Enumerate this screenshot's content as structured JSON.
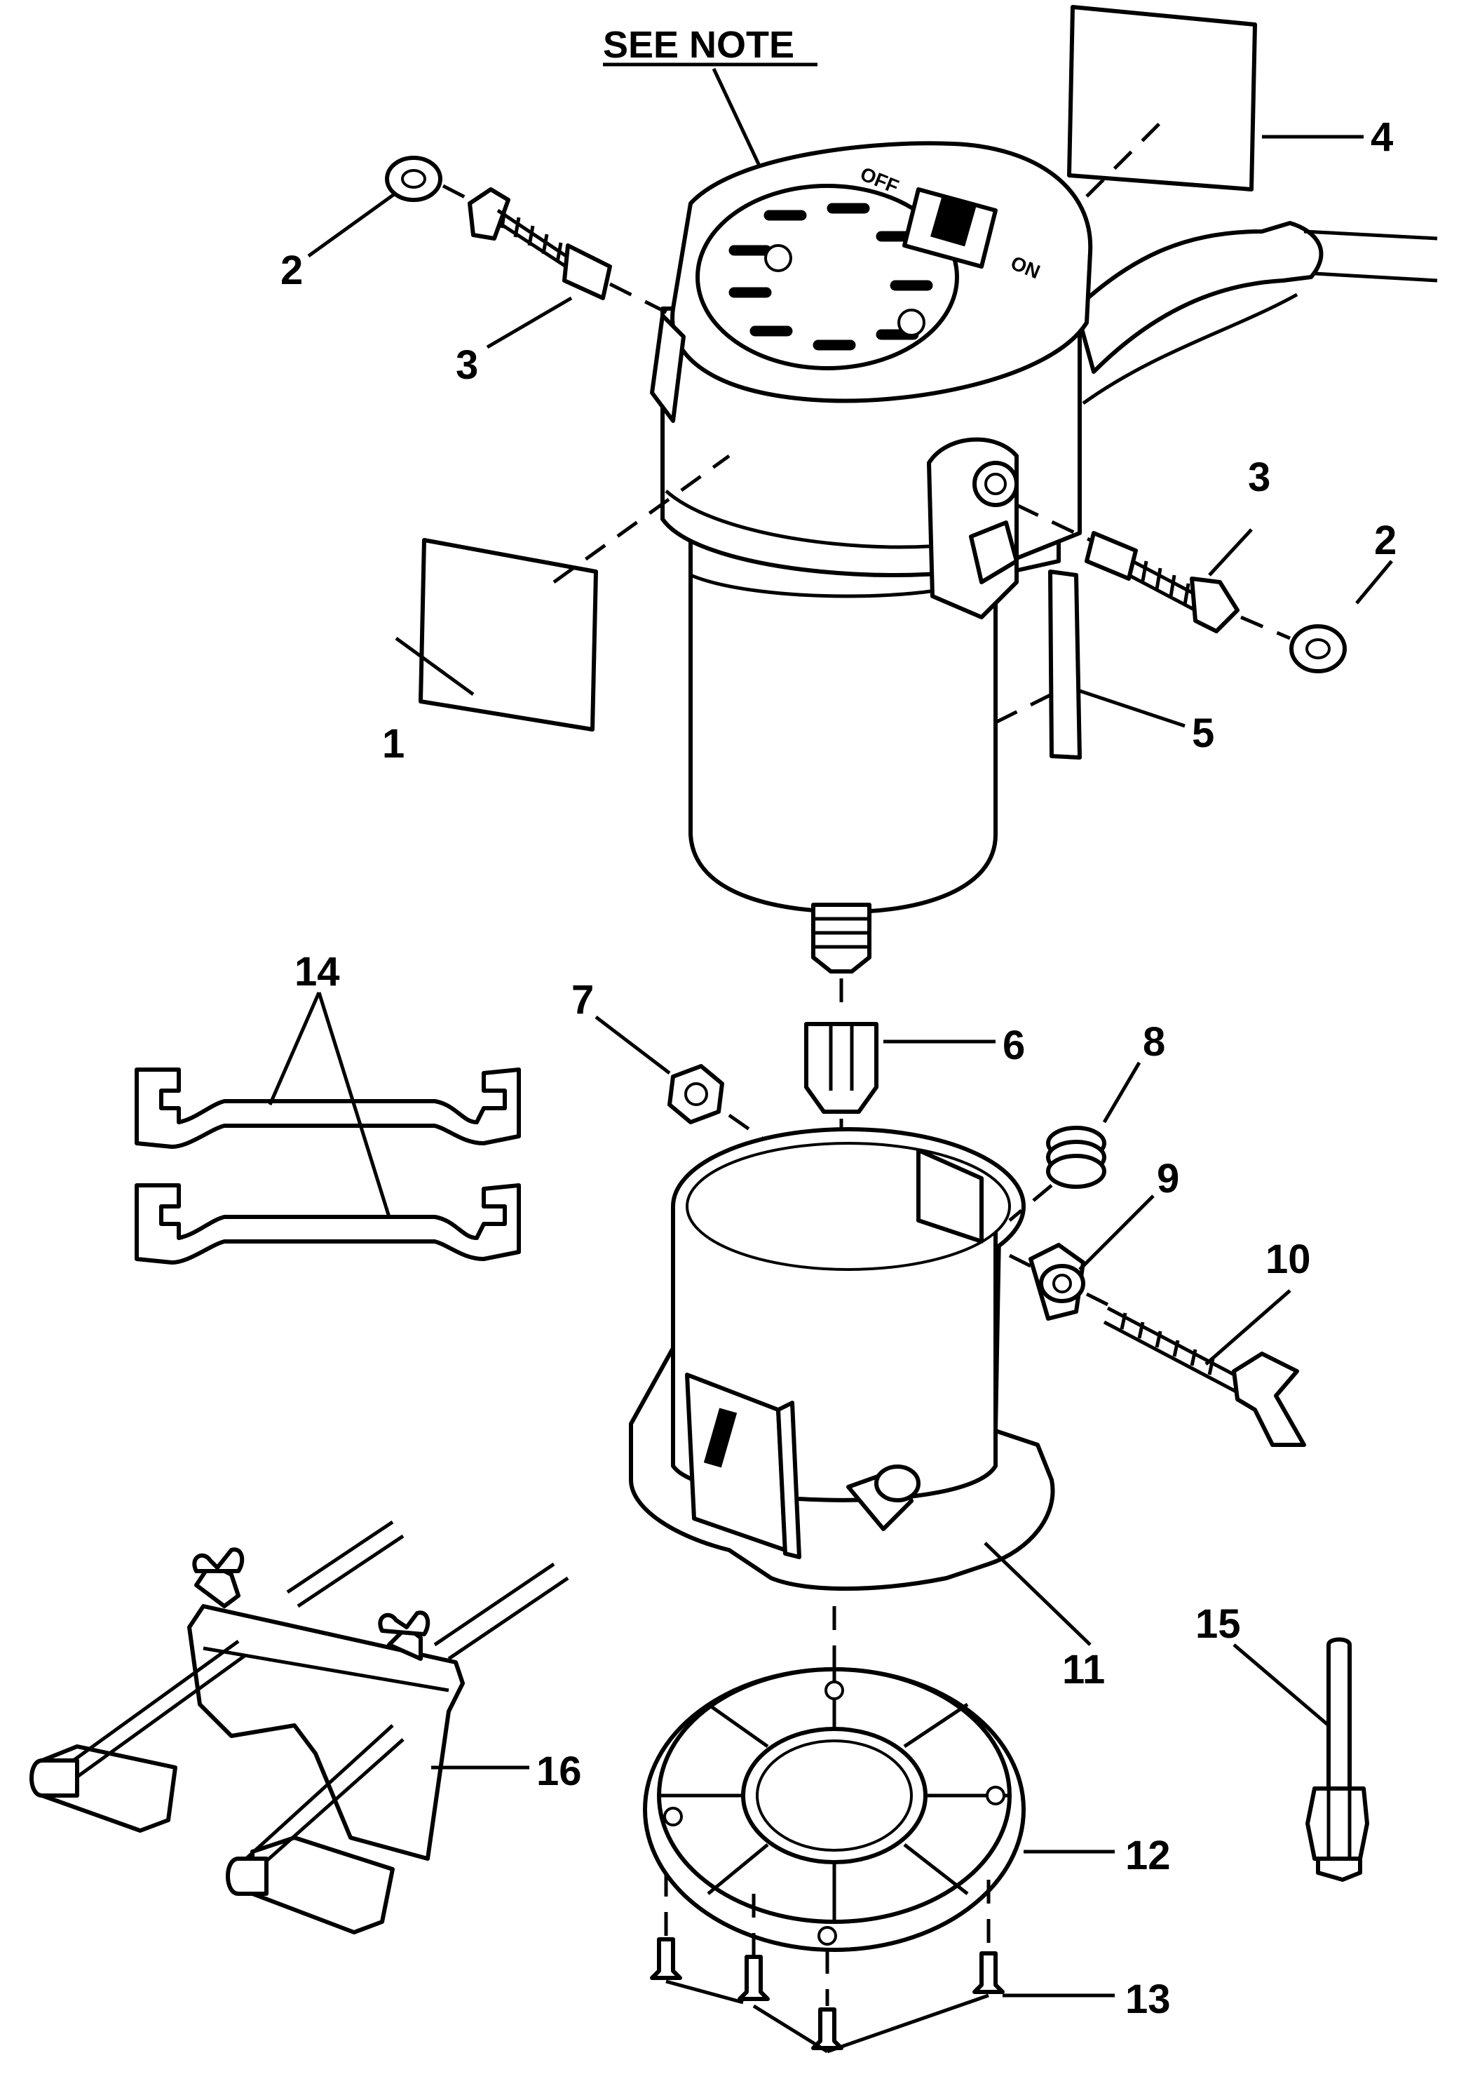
{
  "diagram": {
    "note_label": "SEE NOTE",
    "switch_off_label": "OFF",
    "switch_on_label": "ON",
    "callouts": [
      {
        "id": "1",
        "text": "1"
      },
      {
        "id": "2a",
        "text": "2"
      },
      {
        "id": "2b",
        "text": "2"
      },
      {
        "id": "3a",
        "text": "3"
      },
      {
        "id": "3b",
        "text": "3"
      },
      {
        "id": "4",
        "text": "4"
      },
      {
        "id": "5",
        "text": "5"
      },
      {
        "id": "6",
        "text": "6"
      },
      {
        "id": "7",
        "text": "7"
      },
      {
        "id": "8",
        "text": "8"
      },
      {
        "id": "9",
        "text": "9"
      },
      {
        "id": "10",
        "text": "10"
      },
      {
        "id": "11",
        "text": "11"
      },
      {
        "id": "12",
        "text": "12"
      },
      {
        "id": "13",
        "text": "13"
      },
      {
        "id": "14",
        "text": "14"
      },
      {
        "id": "15",
        "text": "15"
      },
      {
        "id": "16",
        "text": "16"
      }
    ]
  }
}
